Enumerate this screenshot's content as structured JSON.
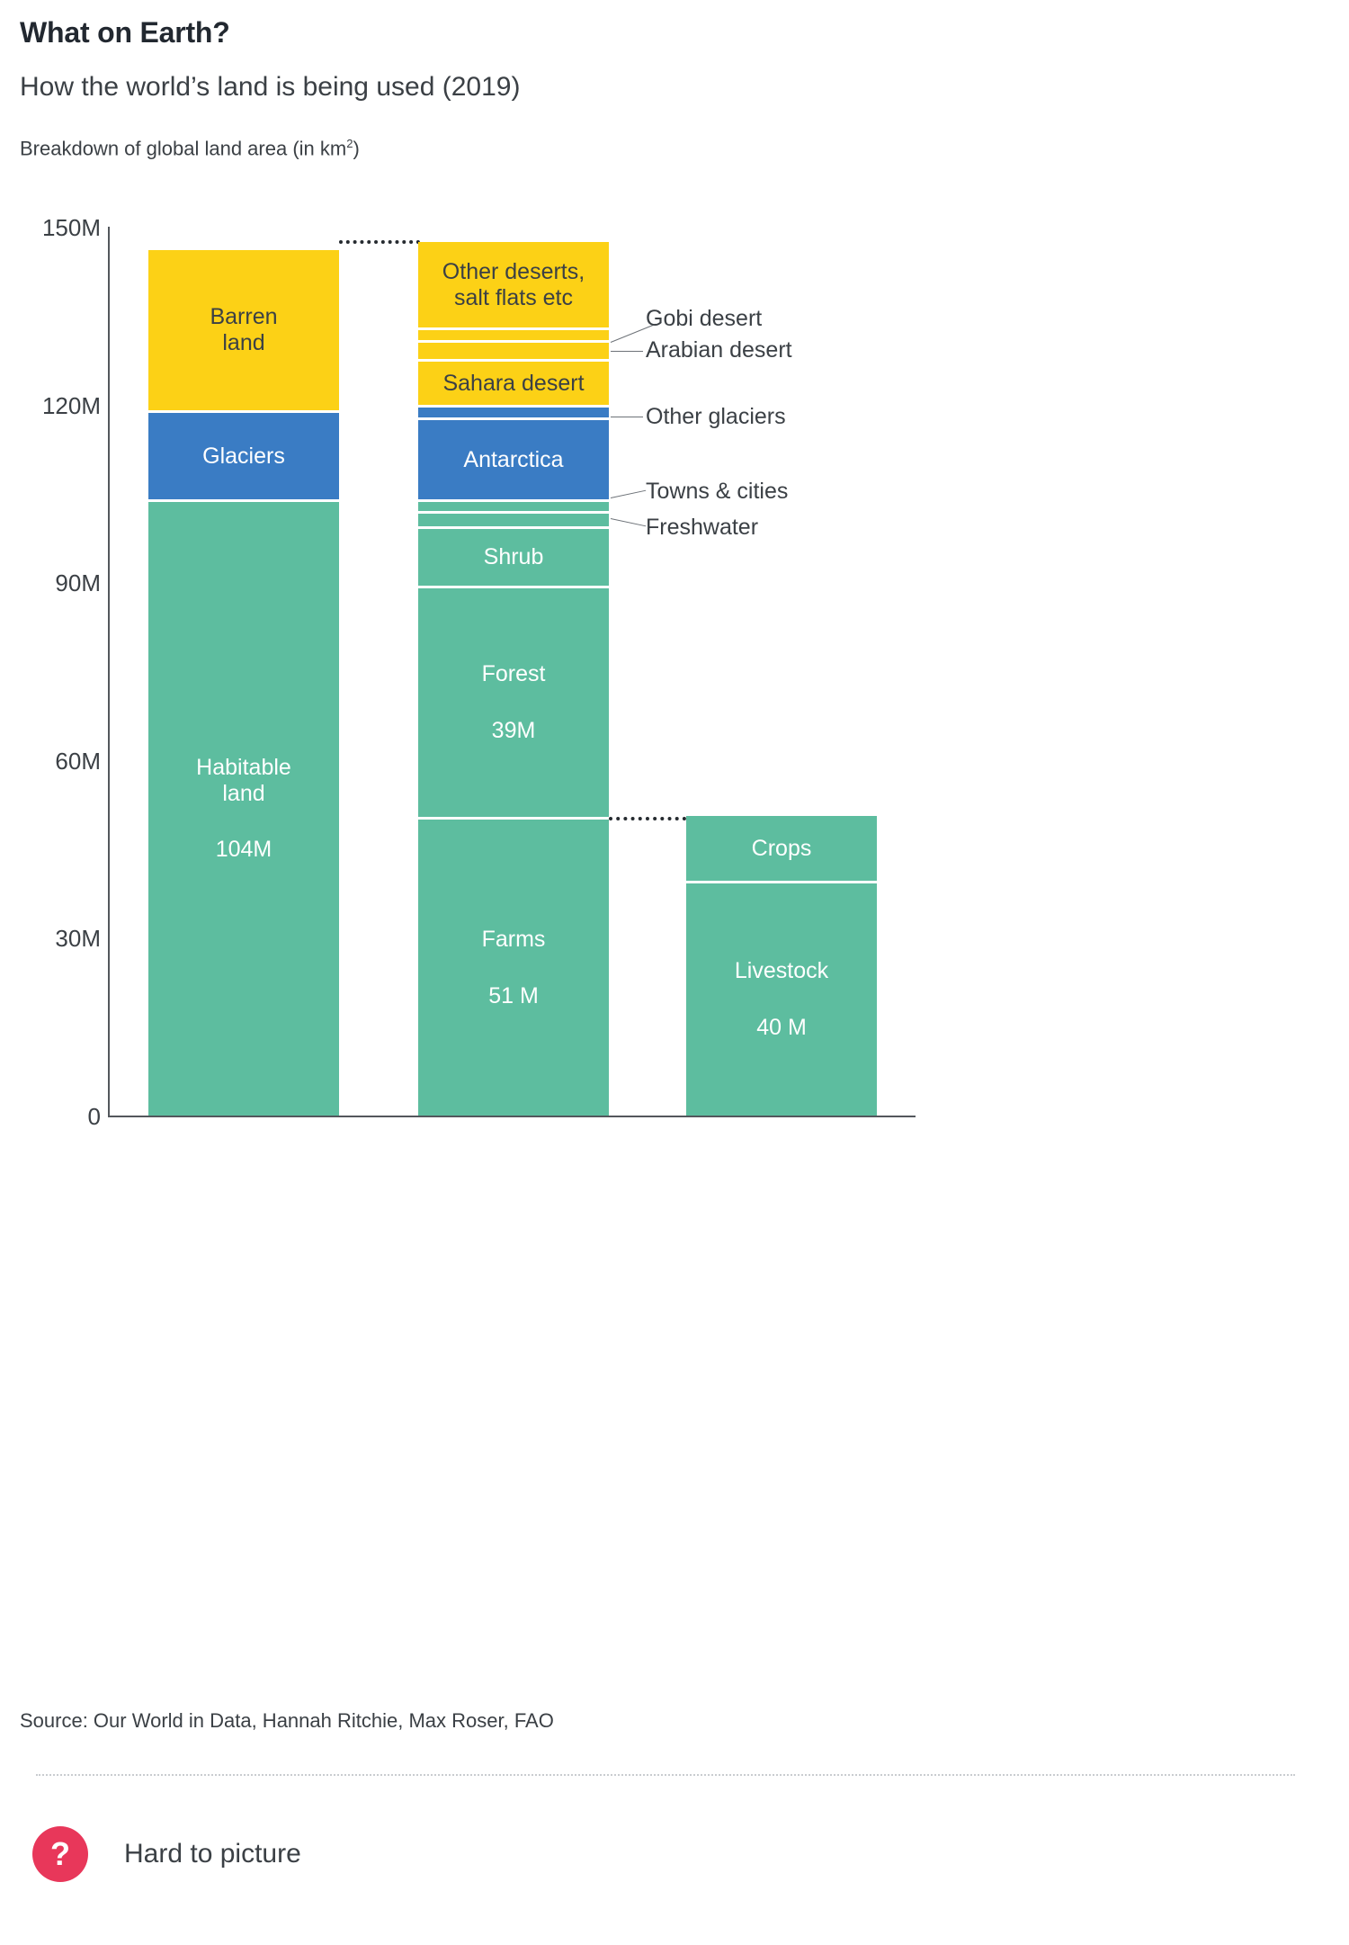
{
  "header": {
    "title": "What on Earth?",
    "subtitle": "How the world’s land is being used (2019)",
    "standfirst_prefix": "Breakdown of global land area (in km",
    "standfirst_sup": "2",
    "standfirst_suffix": ")"
  },
  "footer": {
    "source": "Source: Our World in Data, Hannah Ritchie, Max Roser, FAO",
    "badge_glyph": "?",
    "cta": "Hard to picture"
  },
  "chart_data": {
    "type": "bar",
    "title": "How the world’s land is being used (2019)",
    "subtitle": "Breakdown of global land area (in km2)",
    "xlabel": "",
    "ylabel": "",
    "unit": "million km2",
    "ylim": [
      0,
      150
    ],
    "yticks": [
      "0",
      "30M",
      "60M",
      "90M",
      "120M",
      "150M"
    ],
    "ytick_values": [
      0,
      30,
      60,
      90,
      120,
      150
    ],
    "grid": false,
    "legend": "none",
    "colors": {
      "habitable_green": "#5dbd9f",
      "glacier_blue": "#3a7cc4",
      "barren_yellow": "#fcd116",
      "axis": "#53575c",
      "leader": "#6d7278",
      "accent_badge": "#e8375a"
    },
    "columns": [
      {
        "name": "total-land",
        "total": 146,
        "segments": [
          {
            "key": "barren-land",
            "label": "Barren land",
            "label_lines": [
              "Barren",
              "land"
            ],
            "value": null,
            "value_label": "",
            "color": "barren_yellow",
            "from": 119,
            "to": 146
          },
          {
            "key": "glaciers",
            "label": "Glaciers",
            "label_lines": [
              "Glaciers"
            ],
            "value": null,
            "value_label": "",
            "color": "glacier_blue",
            "from": 104,
            "to": 119
          },
          {
            "key": "habitable-land",
            "label": "Habitable land",
            "label_lines": [
              "Habitable",
              "land"
            ],
            "value": 104,
            "value_label": "104M",
            "color": "habitable_green",
            "from": 0,
            "to": 104
          }
        ]
      },
      {
        "name": "land-breakdown",
        "total": 146,
        "segments": [
          {
            "key": "other-deserts",
            "label": "Other deserts, salt flats etc",
            "label_lines": [
              "Other deserts,",
              "salt flats etc"
            ],
            "value": null,
            "value_label": "",
            "color": "barren_yellow",
            "from": 131.5,
            "to": 146,
            "inside_label": true
          },
          {
            "key": "gobi-desert",
            "label": "Gobi desert",
            "value": null,
            "value_label": "",
            "color": "barren_yellow",
            "from": 129.6,
            "to": 131.0,
            "callout": true
          },
          {
            "key": "arabian-desert",
            "label": "Arabian desert",
            "value": null,
            "value_label": "",
            "color": "barren_yellow",
            "from": 126.6,
            "to": 129.1,
            "callout": true
          },
          {
            "key": "sahara-desert",
            "label": "Sahara desert",
            "label_lines": [
              "Sahara desert"
            ],
            "value": null,
            "value_label": "",
            "color": "barren_yellow",
            "from": 118.8,
            "to": 126.1,
            "inside_label": true
          },
          {
            "key": "other-glaciers",
            "label": "Other glaciers",
            "value": null,
            "value_label": "",
            "color": "glacier_blue",
            "from": 117.0,
            "to": 118.4,
            "callout": true
          },
          {
            "key": "antarctica",
            "label": "Antarctica",
            "label_lines": [
              "Antarctica"
            ],
            "value": null,
            "value_label": "",
            "color": "glacier_blue",
            "from": 104.1,
            "to": 116.6,
            "inside_label": true
          },
          {
            "key": "towns-and-cities",
            "label": "Towns & cities",
            "value": null,
            "value_label": "",
            "color": "habitable_green",
            "from": 102.3,
            "to": 103.7,
            "callout": true
          },
          {
            "key": "freshwater",
            "label": "Freshwater",
            "value": null,
            "value_label": "",
            "color": "habitable_green",
            "from": 99.8,
            "to": 101.9,
            "callout": true
          },
          {
            "key": "shrub",
            "label": "Shrub",
            "label_lines": [
              "Shrub"
            ],
            "value": null,
            "value_label": "",
            "color": "habitable_green",
            "from": 89.8,
            "to": 99.4,
            "inside_label": true
          },
          {
            "key": "forest",
            "label": "Forest",
            "label_lines": [
              "Forest"
            ],
            "value": 39,
            "value_label": "39M",
            "color": "habitable_green",
            "from": 50.8,
            "to": 89.4,
            "inside_label": true
          },
          {
            "key": "farms",
            "label": "Farms",
            "label_lines": [
              "Farms"
            ],
            "value": 51,
            "value_label": "51 M",
            "color": "habitable_green",
            "from": 0,
            "to": 50.4,
            "inside_label": true
          }
        ]
      },
      {
        "name": "farms-breakdown",
        "total": 50.4,
        "segments": [
          {
            "key": "crops",
            "label": "Crops",
            "label_lines": [
              "Crops"
            ],
            "value": null,
            "value_label": "",
            "color": "habitable_green",
            "from": 39.5,
            "to": 50.4,
            "inside_label": true
          },
          {
            "key": "livestock",
            "label": "Livestock",
            "label_lines": [
              "Livestock"
            ],
            "value": 40,
            "value_label": "40 M",
            "color": "habitable_green",
            "from": 0,
            "to": 39.1,
            "inside_label": true
          }
        ]
      }
    ],
    "callouts": [
      {
        "key": "gobi-desert",
        "label": "Gobi desert"
      },
      {
        "key": "arabian-desert",
        "label": "Arabian desert"
      },
      {
        "key": "other-glaciers",
        "label": "Other glaciers"
      },
      {
        "key": "towns-and-cities",
        "label": "Towns & cities"
      },
      {
        "key": "freshwater",
        "label": "Freshwater"
      }
    ],
    "connectors": [
      {
        "from": "total-land-top",
        "to": "land-breakdown-top"
      },
      {
        "from": "farms-top",
        "to": "farms-breakdown-top"
      }
    ]
  }
}
